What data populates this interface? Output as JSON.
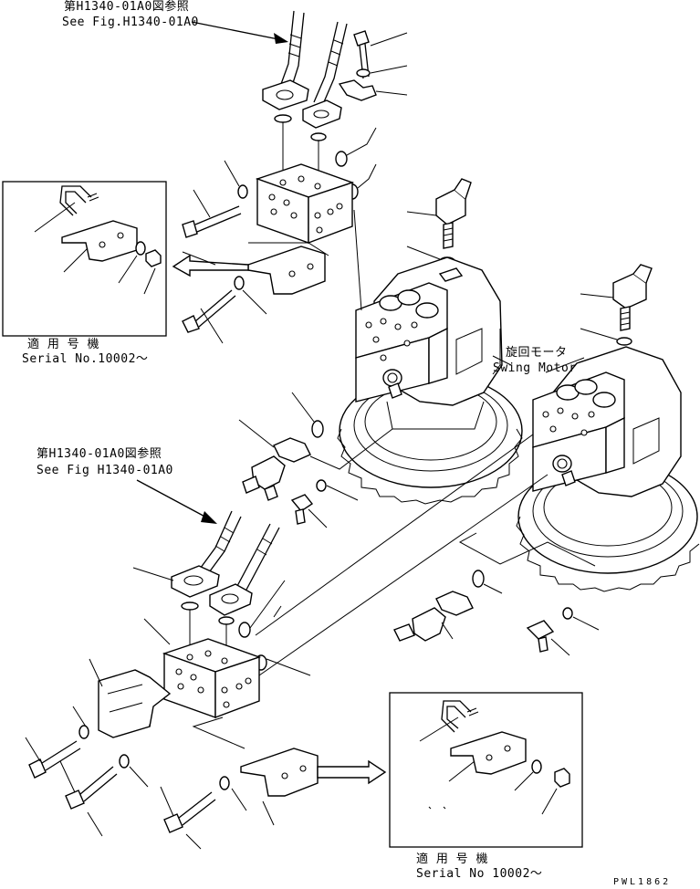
{
  "references": {
    "top_ja": "第H1340-01A0図参照",
    "top_en": "See Fig.H1340-01A0",
    "mid_ja": "第H1340-01A0図参照",
    "mid_en": "See Fig H1340-01A0"
  },
  "callouts": {
    "swing_motor_ja": "旋回モータ",
    "swing_motor_en": "Swing Motor"
  },
  "insets": {
    "upper_model_label": "適 用 号 機",
    "upper_serial": "Serial No.10002～",
    "lower_model_label": "適 用 号 機",
    "lower_serial": "Serial No 10002～"
  },
  "drawing_code": "PWL1862"
}
